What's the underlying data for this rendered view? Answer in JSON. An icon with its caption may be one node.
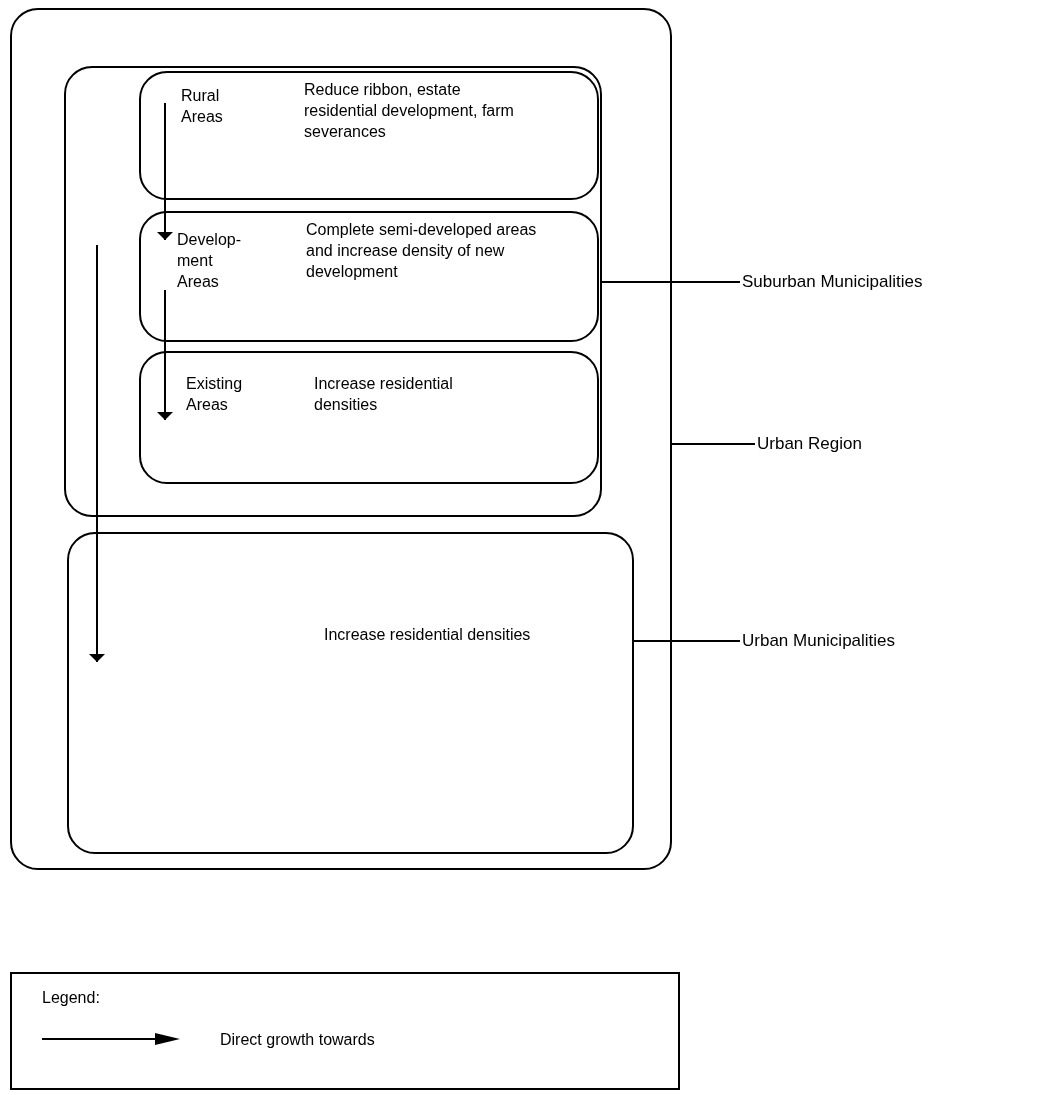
{
  "diagram": {
    "nodes": [
      {
        "text": [],
        "shape": "box"
      },
      {
        "text": [],
        "shape": "box",
        "in": 0
      },
      {
        "text": [
          "Rural Areas",
          "Reduce ribbon, estate residential development, farm severances"
        ],
        "in": 1
      },
      {
        "text": [
          "Develop- ment Areas",
          "Complete semi-developed areas and increase density of new development"
        ],
        "in": 1
      },
      {
        "text": [
          "Existing Areas",
          "Increase residential densities"
        ],
        "in": 1
      },
      {
        "text": [
          "Increase residential densities"
        ],
        "in": 0
      },
      {
        "text": [
          "Suburban Municipalities"
        ]
      },
      {
        "text": [
          "Urban Region"
        ]
      },
      {
        "text": [
          "Urban Municipalities"
        ]
      }
    ],
    "edges": [
      {
        "from": 2,
        "to": 3,
        "arrow": "to"
      },
      {
        "from": 3,
        "to": 4,
        "arrow": "to"
      },
      {
        "from": 1,
        "to": 5,
        "arrow": "to"
      },
      {
        "from": 6,
        "to": 1,
        "arrow": "none"
      },
      {
        "from": 7,
        "to": 0,
        "arrow": "none"
      },
      {
        "from": 8,
        "to": 5,
        "arrow": "none"
      }
    ],
    "labels": [
      "Legend:"
    ],
    "legend": [
      {
        "text": "Direct growth towards"
      }
    ]
  }
}
